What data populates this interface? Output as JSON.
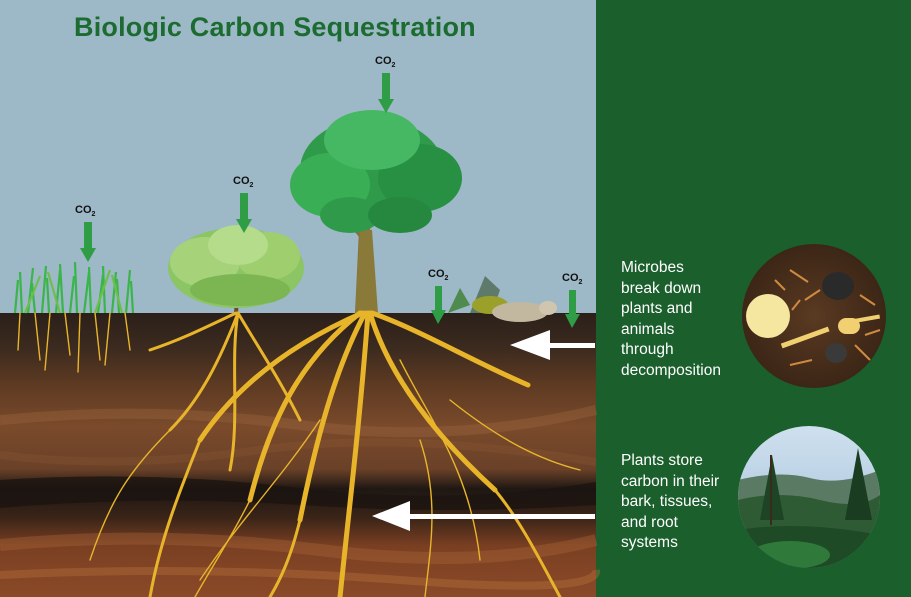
{
  "title": "Biologic Carbon Sequestration",
  "co2_label": {
    "main": "CO",
    "sub": "2"
  },
  "captions": {
    "decomposition": [
      "Microbes",
      "break down",
      "plants and",
      "animals",
      "through",
      "decomposition"
    ],
    "storage": [
      "Plants store",
      "carbon in their",
      "bark, tissues,",
      "and root",
      "systems"
    ]
  },
  "colors": {
    "sky": "#9db8c6",
    "panel": "#1a5f2c",
    "title": "#1c6b30",
    "root": "#e8b52a",
    "soil_top": "#2b2019",
    "soil_mid": "#7a4a2b",
    "arrow": "#ffffff",
    "co2_arrow": "#2e9d46"
  },
  "icons": [
    "co2-down-arrow-icon",
    "left-arrow-icon",
    "microbes-circle-icon",
    "forest-circle-icon"
  ]
}
